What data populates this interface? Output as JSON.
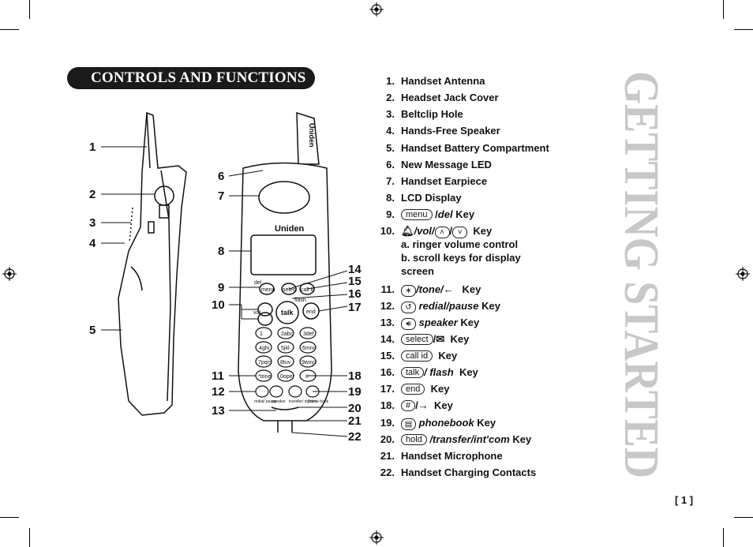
{
  "header": {
    "title": "CONTROLS AND FUNCTIONS"
  },
  "side_title": "GETTING STARTED",
  "page_number": "[ 1 ]",
  "callouts": [
    "1",
    "2",
    "3",
    "4",
    "5",
    "6",
    "7",
    "8",
    "9",
    "10",
    "11",
    "12",
    "13",
    "14",
    "15",
    "16",
    "17",
    "18",
    "19",
    "20",
    "21",
    "22"
  ],
  "phone_labels": {
    "brand": "Uniden",
    "antenna_brand": "Uniden",
    "talk": "talk",
    "end": "end",
    "flash": "flash",
    "menu": "menu",
    "select": "select",
    "callid": "call id",
    "del": "del",
    "vol": "vol",
    "redial_pause": "redial/ pause",
    "speaker": "speaker",
    "transfer": "transfer/ int'com",
    "phonebook": "phone book",
    "keys": [
      "1",
      "2abc",
      "3def",
      "4ghi",
      "5jkl",
      "6mno",
      "7pqrs",
      "8tuv",
      "9wxyz",
      "*tone",
      "0oper",
      "#"
    ]
  },
  "items": [
    {
      "num": "1.",
      "text": "Handset Antenna"
    },
    {
      "num": "2.",
      "text": "Headset Jack Cover"
    },
    {
      "num": "3.",
      "text": "Beltclip Hole"
    },
    {
      "num": "4.",
      "text": "Hands-Free Speaker"
    },
    {
      "num": "5.",
      "text": "Handset Battery Compartment"
    },
    {
      "num": "6.",
      "text": "New Message LED"
    },
    {
      "num": "7.",
      "text": "Handset Earpiece"
    },
    {
      "num": "8.",
      "text": "LCD Display"
    },
    {
      "num": "9.",
      "key": "menu",
      "sep": "/",
      "italic": "del",
      "tail": "Key"
    },
    {
      "num": "10.",
      "italic": "/vol/",
      "tail": "Key",
      "sub": [
        "a. ringer volume control",
        "b. scroll keys for display",
        "screen"
      ]
    },
    {
      "num": "11.",
      "italic": "/tone/",
      "tail": "Key"
    },
    {
      "num": "12.",
      "italic": "redial/pause",
      "tail": "Key"
    },
    {
      "num": "13.",
      "italic": "speaker",
      "tail": "Key"
    },
    {
      "num": "14.",
      "key": "select",
      "sep": "/",
      "tail": "Key"
    },
    {
      "num": "15.",
      "key": "call id",
      "tail": "Key"
    },
    {
      "num": "16.",
      "key": "talk",
      "italic": "/ flash",
      "tail": "Key"
    },
    {
      "num": "17.",
      "key": "end",
      "tail": "Key"
    },
    {
      "num": "18.",
      "key": "#",
      "sep": "/",
      "tail": "Key"
    },
    {
      "num": "19.",
      "italic": "phonebook",
      "tail": "Key"
    },
    {
      "num": "20.",
      "key": "hold",
      "italic": "/transfer/int'com",
      "tail": "Key"
    },
    {
      "num": "21.",
      "text": "Handset Microphone"
    },
    {
      "num": "22.",
      "text": "Handset Charging Contacts"
    }
  ]
}
